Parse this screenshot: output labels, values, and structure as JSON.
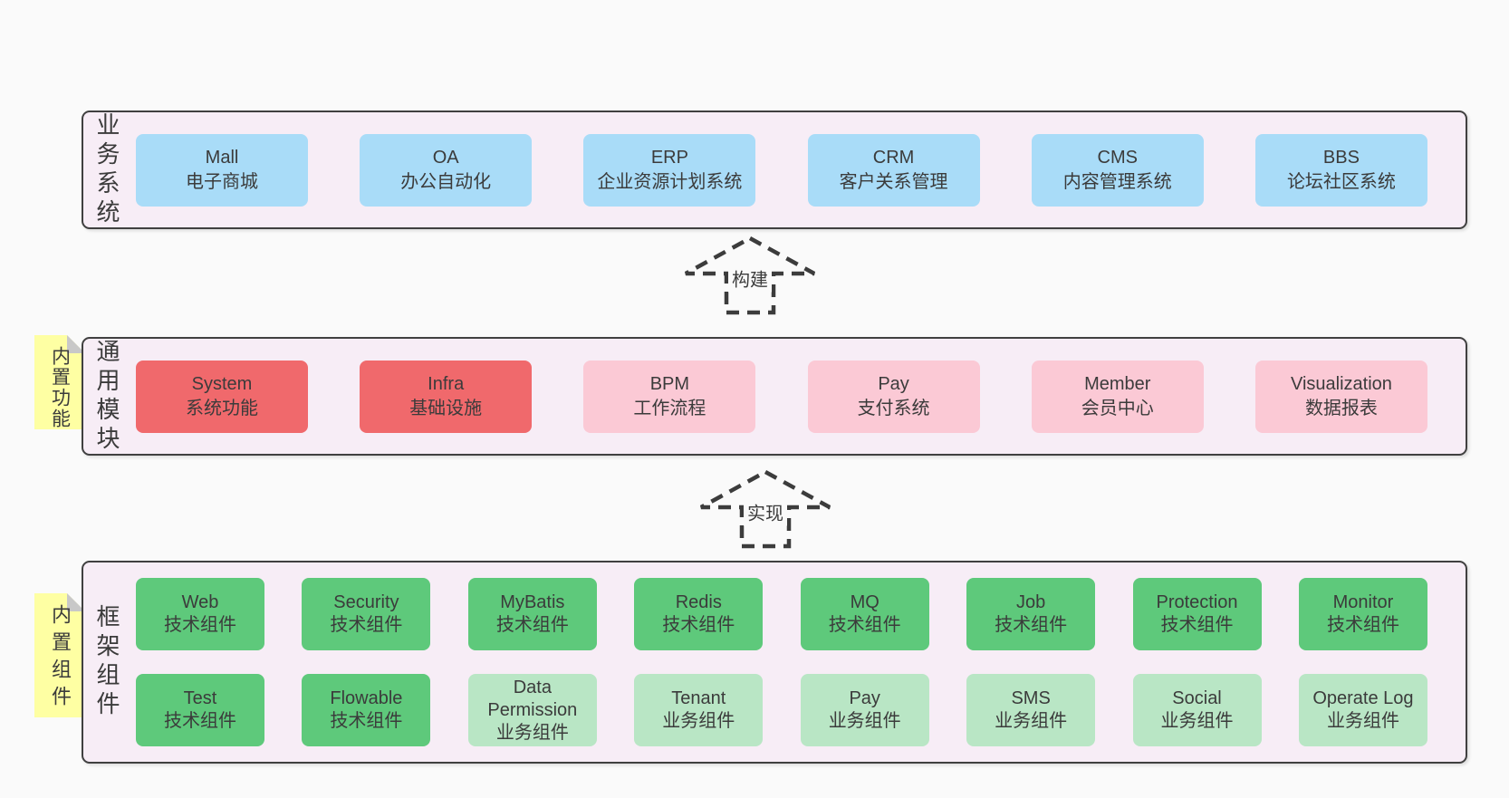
{
  "colors": {
    "page_bg": "#fafafa",
    "band_bg": "#f7edf6",
    "band_border": "#404040",
    "business_box_blue": "#a9dcf8",
    "core_module_red": "#f0696c",
    "module_pink": "#fbc9d5",
    "tech_component_green": "#5ec97b",
    "biz_component_light_green": "#b9e6c5",
    "sticky_note_yellow": "#feffa3",
    "fold_gray": "#c8c8c8",
    "arrow_dash": "#3c3c3c",
    "text": "#3b3b3b"
  },
  "arrows": [
    {
      "label": "构建"
    },
    {
      "label": "实现"
    }
  ],
  "bands": [
    {
      "label": "业务系统",
      "boxes": [
        {
          "name": "Mall",
          "desc": "电子商城"
        },
        {
          "name": "OA",
          "desc": "办公自动化"
        },
        {
          "name": "ERP",
          "desc": "企业资源计划系统"
        },
        {
          "name": "CRM",
          "desc": "客户关系管理"
        },
        {
          "name": "CMS",
          "desc": "内容管理系统"
        },
        {
          "name": "BBS",
          "desc": "论坛社区系统"
        }
      ]
    },
    {
      "label": "通用模块",
      "sticky": "内置功能",
      "boxes": [
        {
          "name": "System",
          "desc": "系统功能"
        },
        {
          "name": "Infra",
          "desc": "基础设施"
        },
        {
          "name": "BPM",
          "desc": "工作流程"
        },
        {
          "name": "Pay",
          "desc": "支付系统"
        },
        {
          "name": "Member",
          "desc": "会员中心"
        },
        {
          "name": "Visualization",
          "desc": "数据报表"
        }
      ]
    },
    {
      "label": "框架组件",
      "sticky": "内置组件",
      "rows": [
        [
          {
            "name": "Web",
            "desc": "技术组件"
          },
          {
            "name": "Security",
            "desc": "技术组件"
          },
          {
            "name": "MyBatis",
            "desc": "技术组件"
          },
          {
            "name": "Redis",
            "desc": "技术组件"
          },
          {
            "name": "MQ",
            "desc": "技术组件"
          },
          {
            "name": "Job",
            "desc": "技术组件"
          },
          {
            "name": "Protection",
            "desc": "技术组件"
          },
          {
            "name": "Monitor",
            "desc": "技术组件"
          }
        ],
        [
          {
            "name": "Test",
            "desc": "技术组件"
          },
          {
            "name": "Flowable",
            "desc": "技术组件"
          },
          {
            "name": "Data Permission",
            "desc": "业务组件"
          },
          {
            "name": "Tenant",
            "desc": "业务组件"
          },
          {
            "name": "Pay",
            "desc": "业务组件"
          },
          {
            "name": "SMS",
            "desc": "业务组件"
          },
          {
            "name": "Social",
            "desc": "业务组件"
          },
          {
            "name": "Operate Log",
            "desc": "业务组件"
          }
        ]
      ]
    }
  ]
}
